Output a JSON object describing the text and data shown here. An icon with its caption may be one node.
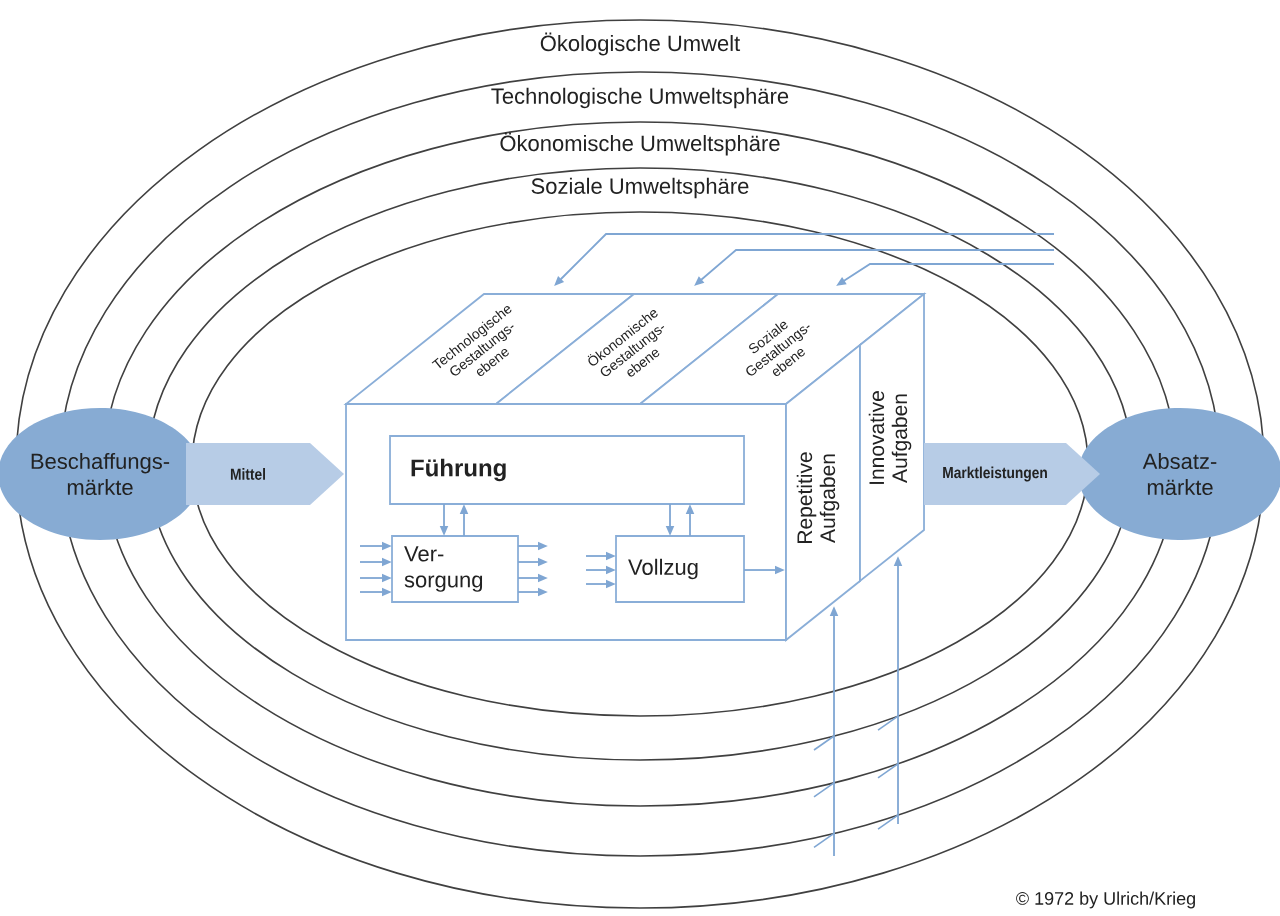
{
  "diagram": {
    "nodes": [
      {
        "text": [
          "Beschaffungs- märkte"
        ]
      },
      {
        "text": [
          "Technologische Gestaltungs- ebene"
        ]
      },
      {
        "text": [
          "Ökonomische Gestaltungs- ebene"
        ]
      },
      {
        "text": [
          "Soziale Gestaltungs- ebene"
        ]
      },
      {
        "text": [],
        "shape": "box"
      },
      {
        "text": [
          "Führung"
        ],
        "in": 4
      },
      {
        "text": [
          "Ver- sorgung"
        ],
        "in": 4
      },
      {
        "text": [
          "Vollzug"
        ],
        "in": 4
      },
      {
        "text": [
          "Repetitive Aufgaben"
        ]
      },
      {
        "text": [
          "Innovative Aufgaben"
        ]
      },
      {
        "text": [
          "Absatz- märkte"
        ]
      }
    ],
    "edges": [
      {
        "from": 0,
        "to": 4,
        "arrow": "to",
        "label": "Mittel",
        "style": "thick",
        "color": "#b7cce6"
      },
      {
        "from": 9,
        "to": 10,
        "arrow": "to",
        "label": "Marktleistungen",
        "style": "thick",
        "color": "#b7cce6"
      },
      {
        "from": 5,
        "to": 6,
        "arrow": "to"
      },
      {
        "from": 6,
        "to": 5,
        "arrow": "to"
      },
      {
        "from": 5,
        "to": 7,
        "arrow": "to"
      },
      {
        "from": 7,
        "to": 5,
        "arrow": "to"
      },
      {
        "from": null,
        "to": 6,
        "arrow": "to"
      },
      {
        "from": null,
        "to": 6,
        "arrow": "to"
      },
      {
        "from": null,
        "to": 6,
        "arrow": "to"
      },
      {
        "from": null,
        "to": 6,
        "arrow": "to"
      },
      {
        "from": 6,
        "to": null,
        "arrow": "to"
      },
      {
        "from": 6,
        "to": null,
        "arrow": "to"
      },
      {
        "from": 6,
        "to": null,
        "arrow": "to"
      },
      {
        "from": 6,
        "to": null,
        "arrow": "to"
      },
      {
        "from": null,
        "to": 7,
        "arrow": "to"
      },
      {
        "from": null,
        "to": 7,
        "arrow": "to"
      },
      {
        "from": null,
        "to": 7,
        "arrow": "to"
      },
      {
        "from": 7,
        "to": 8,
        "arrow": "to"
      },
      {
        "from": null,
        "to": 1,
        "arrow": "to"
      },
      {
        "from": null,
        "to": 2,
        "arrow": "to"
      },
      {
        "from": null,
        "to": 3,
        "arrow": "to"
      },
      {
        "from": null,
        "to": 8,
        "arrow": "to"
      },
      {
        "from": null,
        "to": 9,
        "arrow": "to"
      }
    ],
    "labels": [
      "Ökologische Umwelt",
      "Technologische Umweltsphäre",
      "Ökonomische Umweltsphäre",
      "Soziale Umweltsphäre",
      "© 1972 by Ulrich/Krieg"
    ]
  }
}
